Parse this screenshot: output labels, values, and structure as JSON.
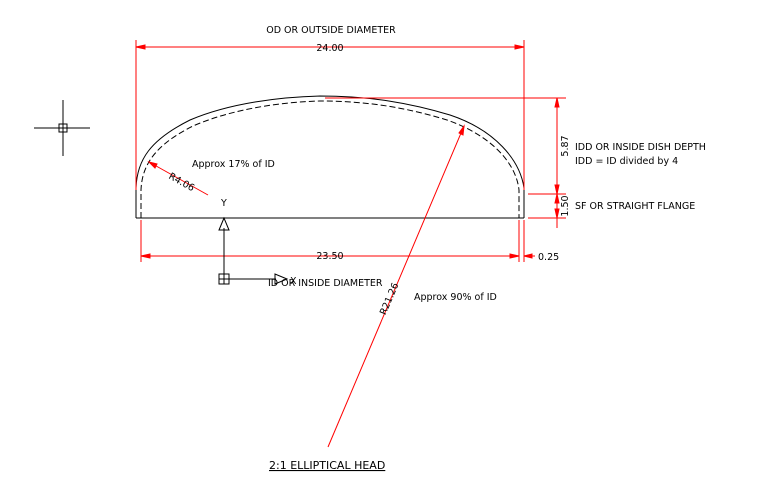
{
  "drawing": {
    "title": "2:1 ELLIPTICAL HEAD",
    "colors": {
      "background": "#ffffff",
      "geometry": "#000000",
      "dimension": "#ff0000"
    }
  },
  "dimensions": {
    "od_label": "OD OR OUTSIDE DIAMETER",
    "od_value": "24.00",
    "id_label": "ID OR INSIDE DIAMETER",
    "id_value": "23.50",
    "thickness_value": "0.25",
    "dish_depth_value": "5.87",
    "dish_depth_label": "IDD OR INSIDE DISH DEPTH",
    "dish_depth_formula": "IDD = ID divided by 4",
    "straight_flange_value": "1.50",
    "straight_flange_label": "SF OR STRAIGHT FLANGE",
    "knuckle_radius_value": "R4.06",
    "knuckle_radius_note": "Approx 17% of ID",
    "crown_radius_value": "R21.26",
    "crown_radius_note": "Approx 90% of ID"
  },
  "ucs": {
    "x_label": "X",
    "y_label": "Y"
  },
  "icons": {
    "crosshair": "crosshair-cursor-icon",
    "ucs": "ucs-axis-icon"
  }
}
